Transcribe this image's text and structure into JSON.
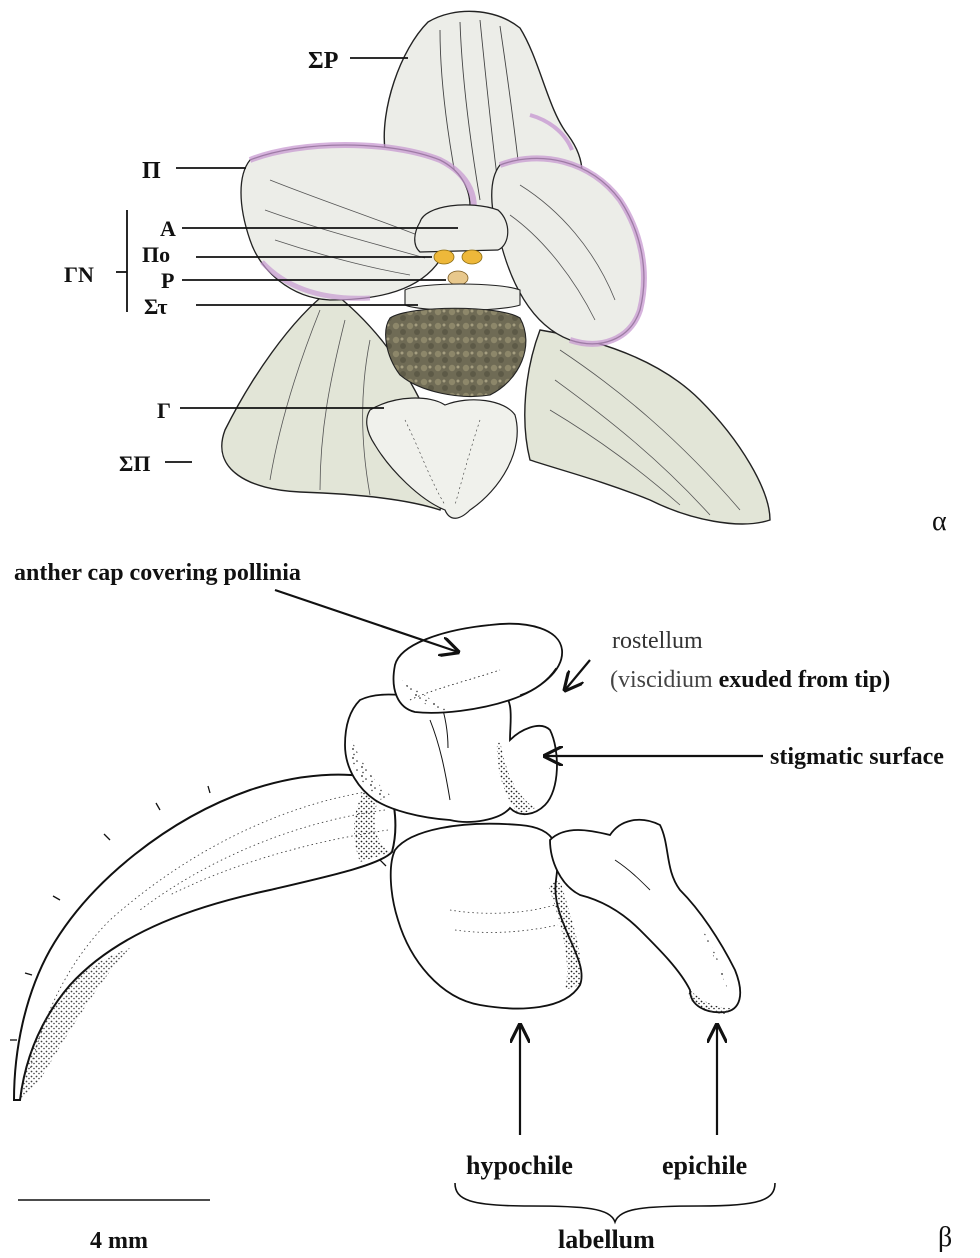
{
  "panel_a": {
    "panel_label": "α",
    "labels": {
      "sigma_rho": "ΣΡ",
      "pi": "Π",
      "alpha": "Α",
      "pi_o": "Πο",
      "rho": "Ρ",
      "sigma_tau": "Στ",
      "gamma_nu": "ΓΝ",
      "gamma": "Γ",
      "sigma_pi": "ΣΠ"
    },
    "colors": {
      "petal_fill": "#ebece7",
      "petal_edge_tint": "#c89ad2",
      "sepal_fill": "#e2e5d7",
      "stigma_fill": "#6e6a52",
      "pollinia": "#eeb83a",
      "rostellum": "#e6c88c"
    }
  },
  "panel_b": {
    "panel_label": "β",
    "labels": {
      "anther_cap": "anther cap covering pollinia",
      "rostellum": "rostellum",
      "viscidium_prefix": "(viscidium",
      "viscidium_suffix": " exuded from tip)",
      "stigmatic_surface": "stigmatic surface",
      "hypochile": "hypochile",
      "epichile": "epichile",
      "labellum": "labellum"
    },
    "scale_bar_label": "4 mm"
  }
}
